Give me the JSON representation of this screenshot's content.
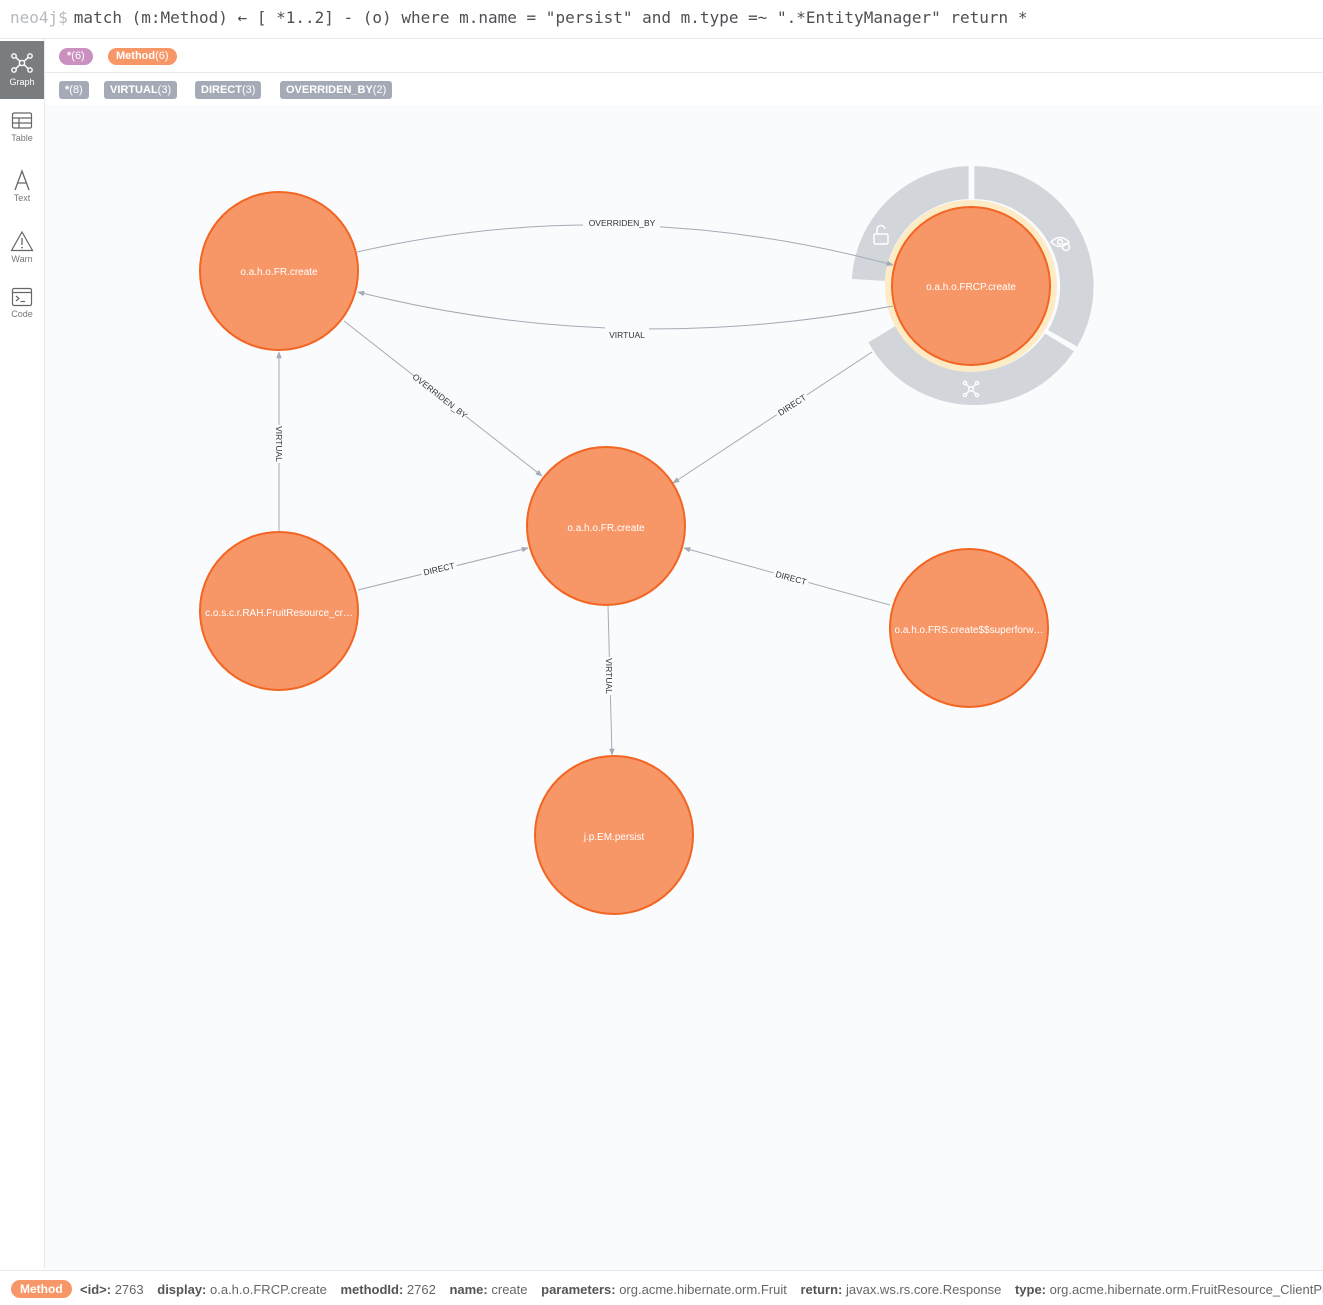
{
  "query": {
    "prompt": "neo4j$",
    "text": "match (m:Method) ← [ *1..2] - (o) where m.name = \"persist\" and m.type =~ \".*EntityManager\" return *"
  },
  "sidebar": {
    "items": [
      {
        "label": "Graph",
        "icon": "graph-icon",
        "active": true
      },
      {
        "label": "Table",
        "icon": "table-icon"
      },
      {
        "label": "Text",
        "icon": "text-icon"
      },
      {
        "label": "Warn",
        "icon": "warning-icon"
      },
      {
        "label": "Code",
        "icon": "code-icon"
      }
    ]
  },
  "legend": {
    "nodes": [
      {
        "name": "*",
        "count": "(6)",
        "color": "#c990c0"
      },
      {
        "name": "Method",
        "count": "(6)",
        "color": "#f79767"
      }
    ],
    "relationships": [
      {
        "name": "*",
        "count": "(8)"
      },
      {
        "name": "VIRTUAL",
        "count": "(3)"
      },
      {
        "name": "DIRECT",
        "count": "(3)"
      },
      {
        "name": "OVERRIDEN_BY",
        "count": "(2)"
      }
    ]
  },
  "graph": {
    "nodes": [
      {
        "id": "n1",
        "caption": "o.a.h.o.FR.create"
      },
      {
        "id": "n2",
        "caption": "o.a.h.o.FRCP.create",
        "selected": true
      },
      {
        "id": "n3",
        "caption": "o.a.h.o.FR.create"
      },
      {
        "id": "n4",
        "caption": "c.o.s.c.r.RAH.FruitResource_cr…"
      },
      {
        "id": "n5",
        "caption": "o.a.h.o.FRS.create$$superforw…"
      },
      {
        "id": "n6",
        "caption": "j.p.EM.persist"
      }
    ],
    "relationships": [
      {
        "from": "n1",
        "to": "n2",
        "type": "OVERRIDEN_BY"
      },
      {
        "from": "n2",
        "to": "n1",
        "type": "VIRTUAL"
      },
      {
        "from": "n1",
        "to": "n3",
        "type": "OVERRIDEN_BY"
      },
      {
        "from": "n2",
        "to": "n3",
        "type": "DIRECT"
      },
      {
        "from": "n4",
        "to": "n1",
        "type": "VIRTUAL"
      },
      {
        "from": "n4",
        "to": "n3",
        "type": "DIRECT"
      },
      {
        "from": "n5",
        "to": "n3",
        "type": "DIRECT"
      },
      {
        "from": "n3",
        "to": "n6",
        "type": "VIRTUAL"
      }
    ],
    "ring_icons": [
      "lock-icon",
      "hide-icon",
      "expand-icon"
    ],
    "colors": {
      "node_fill": "#f79767",
      "node_stroke": "#f26522",
      "edge": "#a5abb6",
      "ring": "#d2d5da",
      "selection_halo": "#fdebc6"
    }
  },
  "status": {
    "label": "Method",
    "props": [
      {
        "key": "<id>:",
        "value": "2763"
      },
      {
        "key": "display:",
        "value": "o.a.h.o.FRCP.create"
      },
      {
        "key": "methodId:",
        "value": "2762"
      },
      {
        "key": "name:",
        "value": "create"
      },
      {
        "key": "parameters:",
        "value": "org.acme.hibernate.orm.Fruit"
      },
      {
        "key": "return:",
        "value": "javax.ws.rs.core.Response"
      },
      {
        "key": "type:",
        "value": "org.acme.hibernate.orm.FruitResource_ClientProxy"
      }
    ]
  }
}
